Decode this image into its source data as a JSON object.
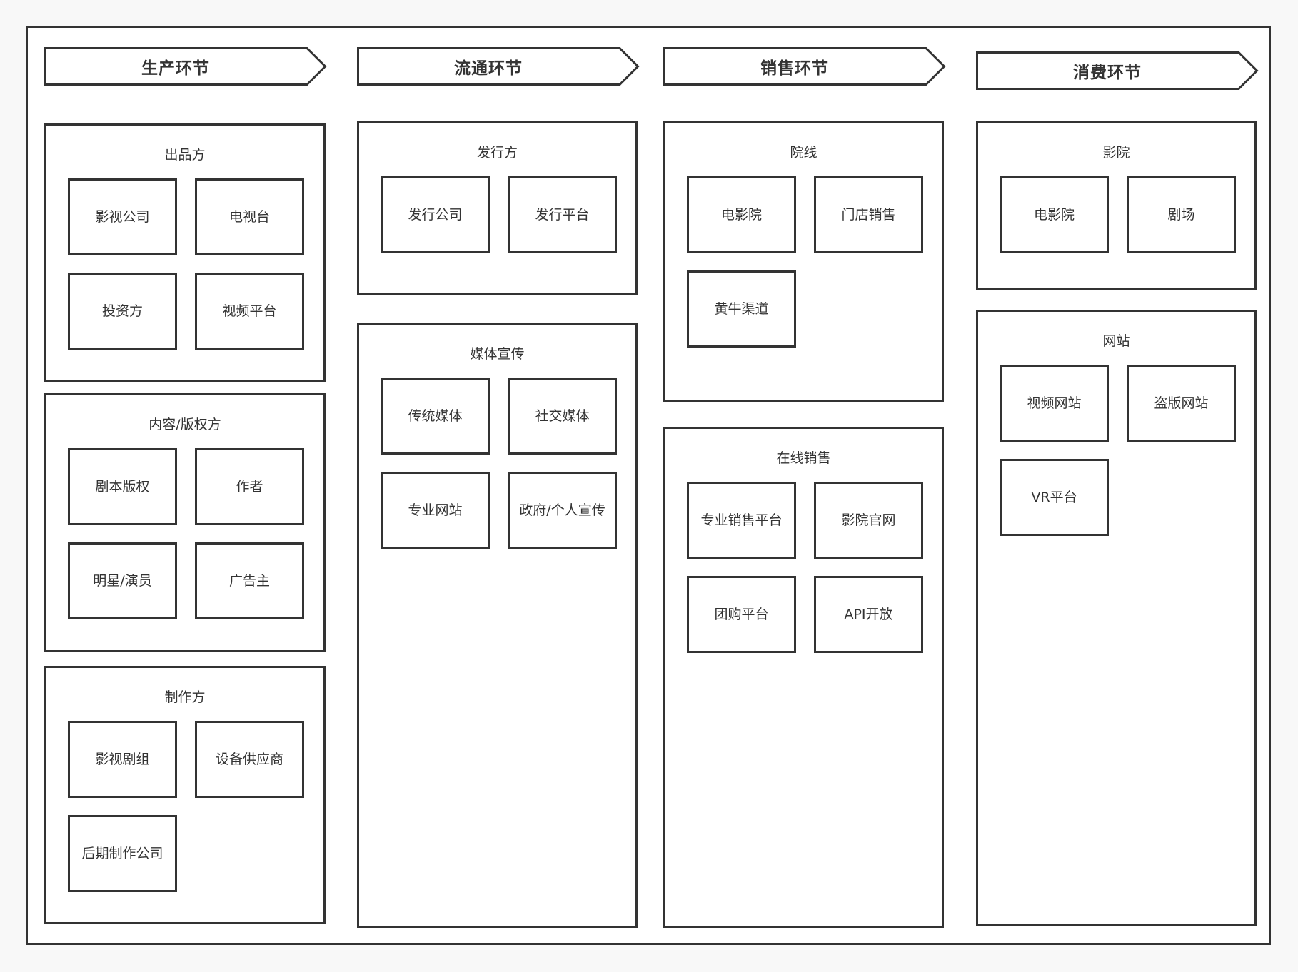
{
  "stages": [
    {
      "title": "生产环节",
      "groups": [
        {
          "title": "出品方",
          "items": [
            "影视公司",
            "电视台",
            "投资方",
            "视频平台"
          ]
        },
        {
          "title": "内容/版权方",
          "items": [
            "剧本版权",
            "作者",
            "明星/演员",
            "广告主"
          ]
        },
        {
          "title": "制作方",
          "items": [
            "影视剧组",
            "设备供应商",
            "后期制作公司"
          ]
        }
      ]
    },
    {
      "title": "流通环节",
      "groups": [
        {
          "title": "发行方",
          "items": [
            "发行公司",
            "发行平台"
          ]
        },
        {
          "title": "媒体宣传",
          "items": [
            "传统媒体",
            "社交媒体",
            "专业网站",
            "政府/个人宣传"
          ]
        }
      ]
    },
    {
      "title": "销售环节",
      "groups": [
        {
          "title": "院线",
          "items": [
            "电影院",
            "门店销售",
            "黄牛渠道"
          ]
        },
        {
          "title": "在线销售",
          "items": [
            "专业销售平台",
            "影院官网",
            "团购平台",
            "API开放"
          ]
        }
      ]
    },
    {
      "title": "消费环节",
      "groups": [
        {
          "title": "影院",
          "items": [
            "电影院",
            "剧场"
          ]
        },
        {
          "title": "网站",
          "items": [
            "视频网站",
            "盗版网站",
            "VR平台"
          ]
        }
      ]
    }
  ]
}
